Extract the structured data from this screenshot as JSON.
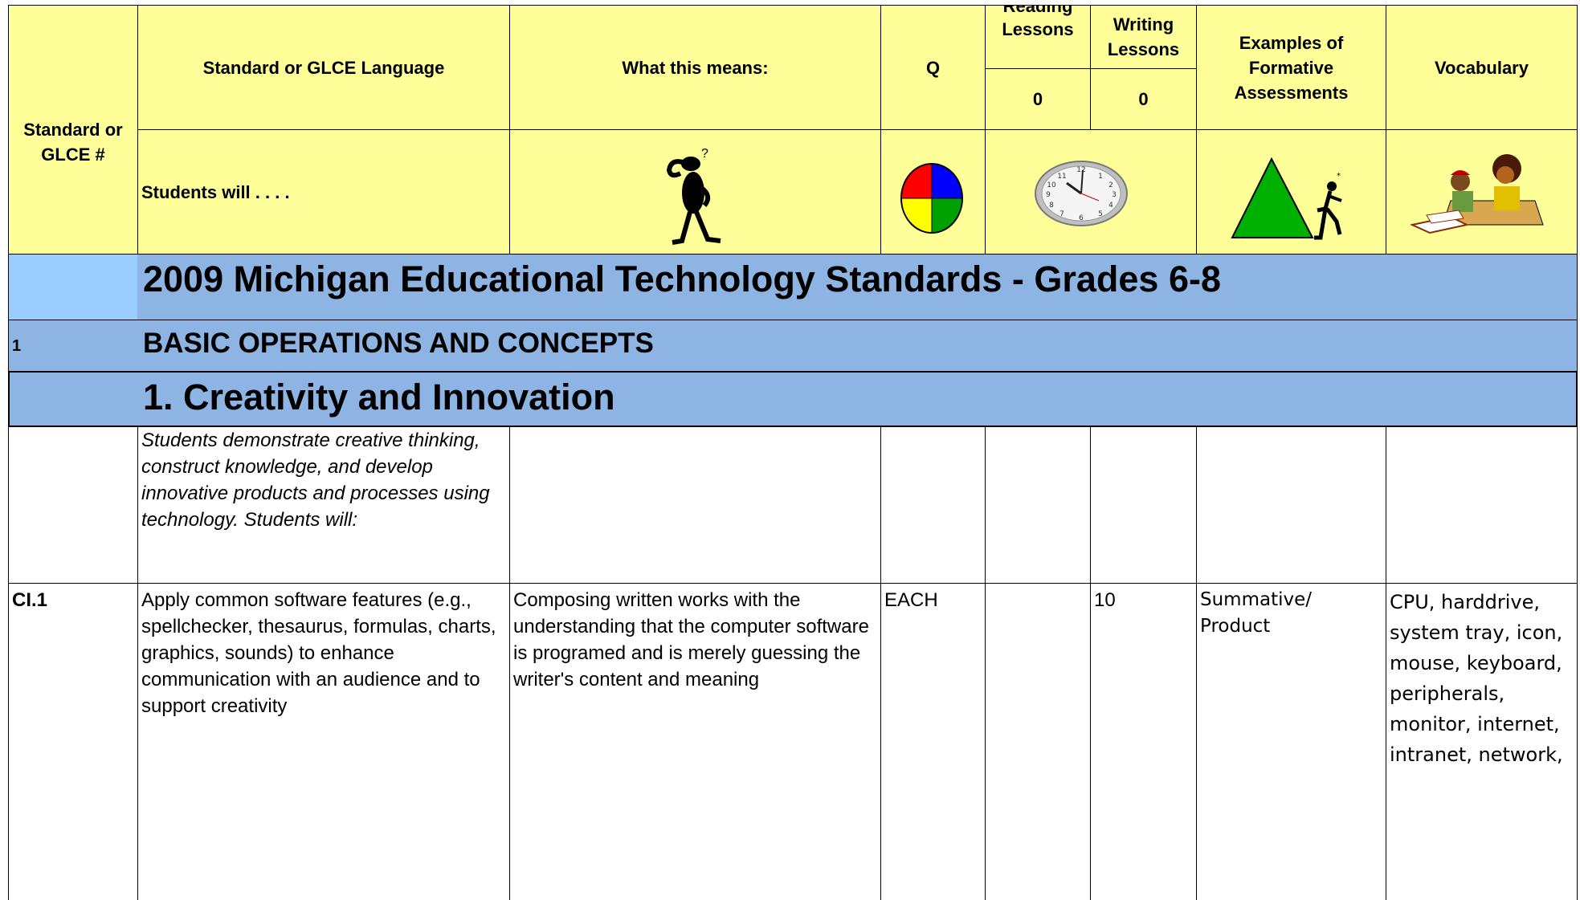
{
  "header": {
    "standard_num": "Standard or GLCE #",
    "standard_lang": "Standard or GLCE Language",
    "students_will": "Students will . . . .",
    "what_means": "What this means:",
    "q": "Q",
    "reading_lessons": "Reading Lessons",
    "reading_count": "0",
    "writing_lessons": "Writing Lessons",
    "writing_count": "0",
    "formative": "Examples of Formative Assessments",
    "vocabulary": "Vocabulary"
  },
  "icons": [
    "thinking-figure-icon",
    "color-wheel-icon",
    "clock-icon",
    "triangle-climber-icon",
    "students-reading-icon"
  ],
  "title": "2009 Michigan Educational Technology Standards - Grades 6-8",
  "section": {
    "number": "1",
    "label": "BASIC OPERATIONS AND CONCEPTS"
  },
  "subsection": {
    "label": "1. Creativity and Innovation"
  },
  "intro": "Students demonstrate creative thinking, construct knowledge, and develop innovative products and processes using technology. Students will:",
  "rows": [
    {
      "id": "CI.1",
      "language": "Apply common software features (e.g., spellchecker, thesaurus, formulas, charts, graphics, sounds) to enhance communication with an audience and to support creativity",
      "means": "Composing written works with the understanding that the computer software is programed and is merely guessing the writer's content and meaning",
      "q": "EACH",
      "reading": "",
      "writing": "10",
      "formative": "Summative/ Product",
      "vocabulary": "CPU, harddrive, system tray, icon, mouse, keyboard, peripherals, monitor, internet, intranet, network,"
    }
  ]
}
